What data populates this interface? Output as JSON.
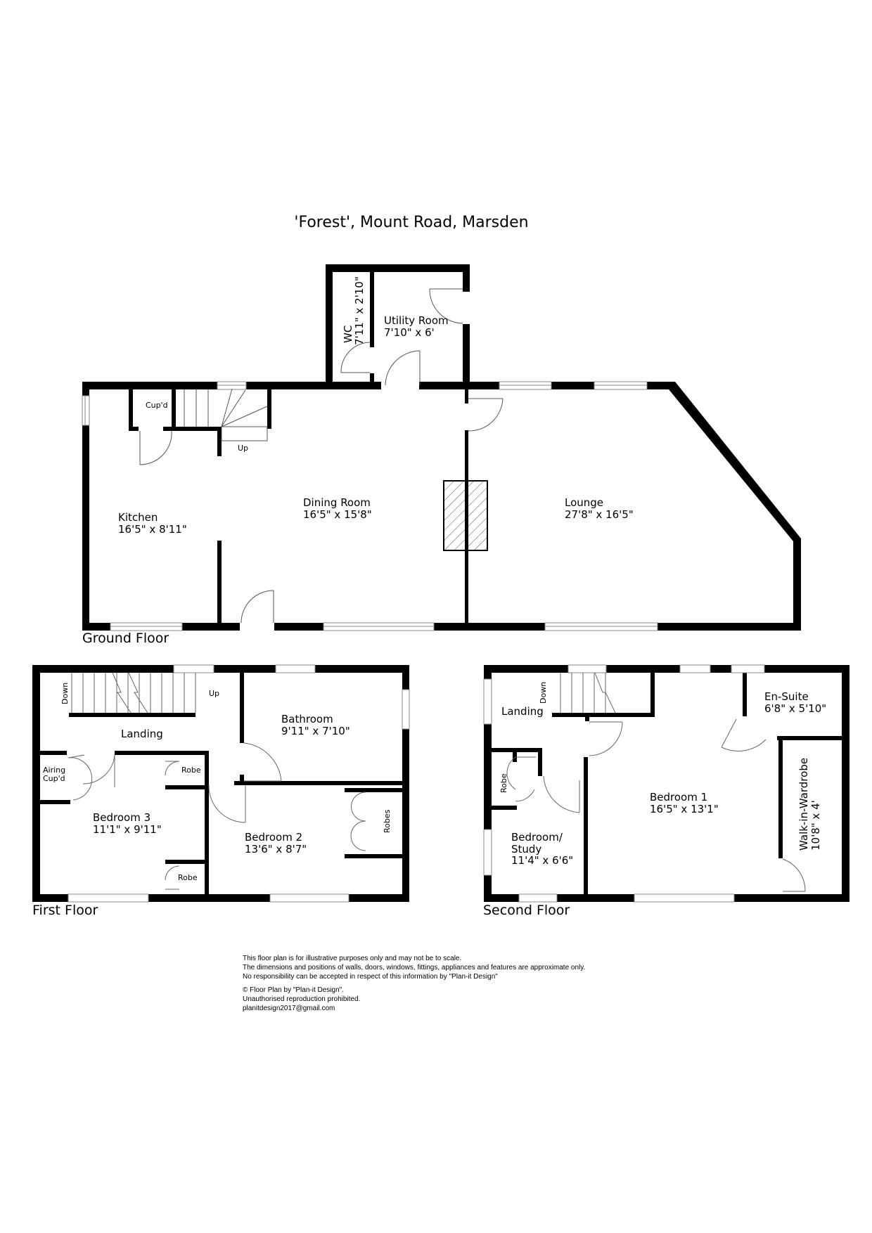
{
  "document": {
    "title": "'Forest', Mount Road, Marsden"
  },
  "ground_floor": {
    "label": "Ground Floor",
    "rooms": {
      "wc": {
        "name": "WC",
        "size": "7'11\" x 2'10\""
      },
      "utility": {
        "name": "Utility Room",
        "size": "7'10\" x 6'"
      },
      "kitchen": {
        "name": "Kitchen",
        "size": "16'5\" x 8'11\""
      },
      "cupboard": {
        "name": "Cup'd"
      },
      "dining": {
        "name": "Dining Room",
        "size": "16'5\" x 15'8\""
      },
      "lounge": {
        "name": "Lounge",
        "size": "27'8\" x 16'5\""
      }
    },
    "stairs_label": "Up"
  },
  "first_floor": {
    "label": "First Floor",
    "rooms": {
      "landing": {
        "name": "Landing"
      },
      "bathroom": {
        "name": "Bathroom",
        "size": "9'11\" x 7'10\""
      },
      "airing": {
        "name_line1": "Airing",
        "name_line2": "Cup'd"
      },
      "bedroom3": {
        "name": "Bedroom 3",
        "size": "11'1\" x 9'11\""
      },
      "robe_top": {
        "name": "Robe"
      },
      "robe_bottom": {
        "name": "Robe"
      },
      "bedroom2": {
        "name": "Bedroom 2",
        "size": "13'6\" x 8'7\""
      },
      "robes": {
        "name": "Robes"
      }
    },
    "stairs_down": "Down",
    "stairs_up": "Up"
  },
  "second_floor": {
    "label": "Second Floor",
    "rooms": {
      "landing": {
        "name": "Landing"
      },
      "ensuite": {
        "name": "En-Suite",
        "size": "6'8\" x 5'10\""
      },
      "bedroom1": {
        "name": "Bedroom 1",
        "size": "16'5\" x 13'1\""
      },
      "wardrobe": {
        "name": "Walk-in-Wardrobe",
        "size": "10'8\" x 4'"
      },
      "robe": {
        "name": "Robe"
      },
      "study": {
        "name_line1": "Bedroom/",
        "name_line2": "Study",
        "size": "11'4\" x 6'6\""
      }
    },
    "stairs_down": "Down"
  },
  "disclaimer": {
    "line1": "This floor plan is for illustrative purposes only and may not be to scale.",
    "line2": "The dimensions and positions of walls, doors, windows, fittings, appliances and features are approximate only.",
    "line3": "No responsibility can be accepted in respect of this information by \"Plan-it Design\"",
    "copyright": "© Floor Plan by \"Plan-it Design\".",
    "reproduction": "Unauthorised reproduction prohibited.",
    "email": "planitdesign2017@gmail.com"
  },
  "colors": {
    "wall": "#000000",
    "window": "#888888",
    "background": "#ffffff"
  }
}
